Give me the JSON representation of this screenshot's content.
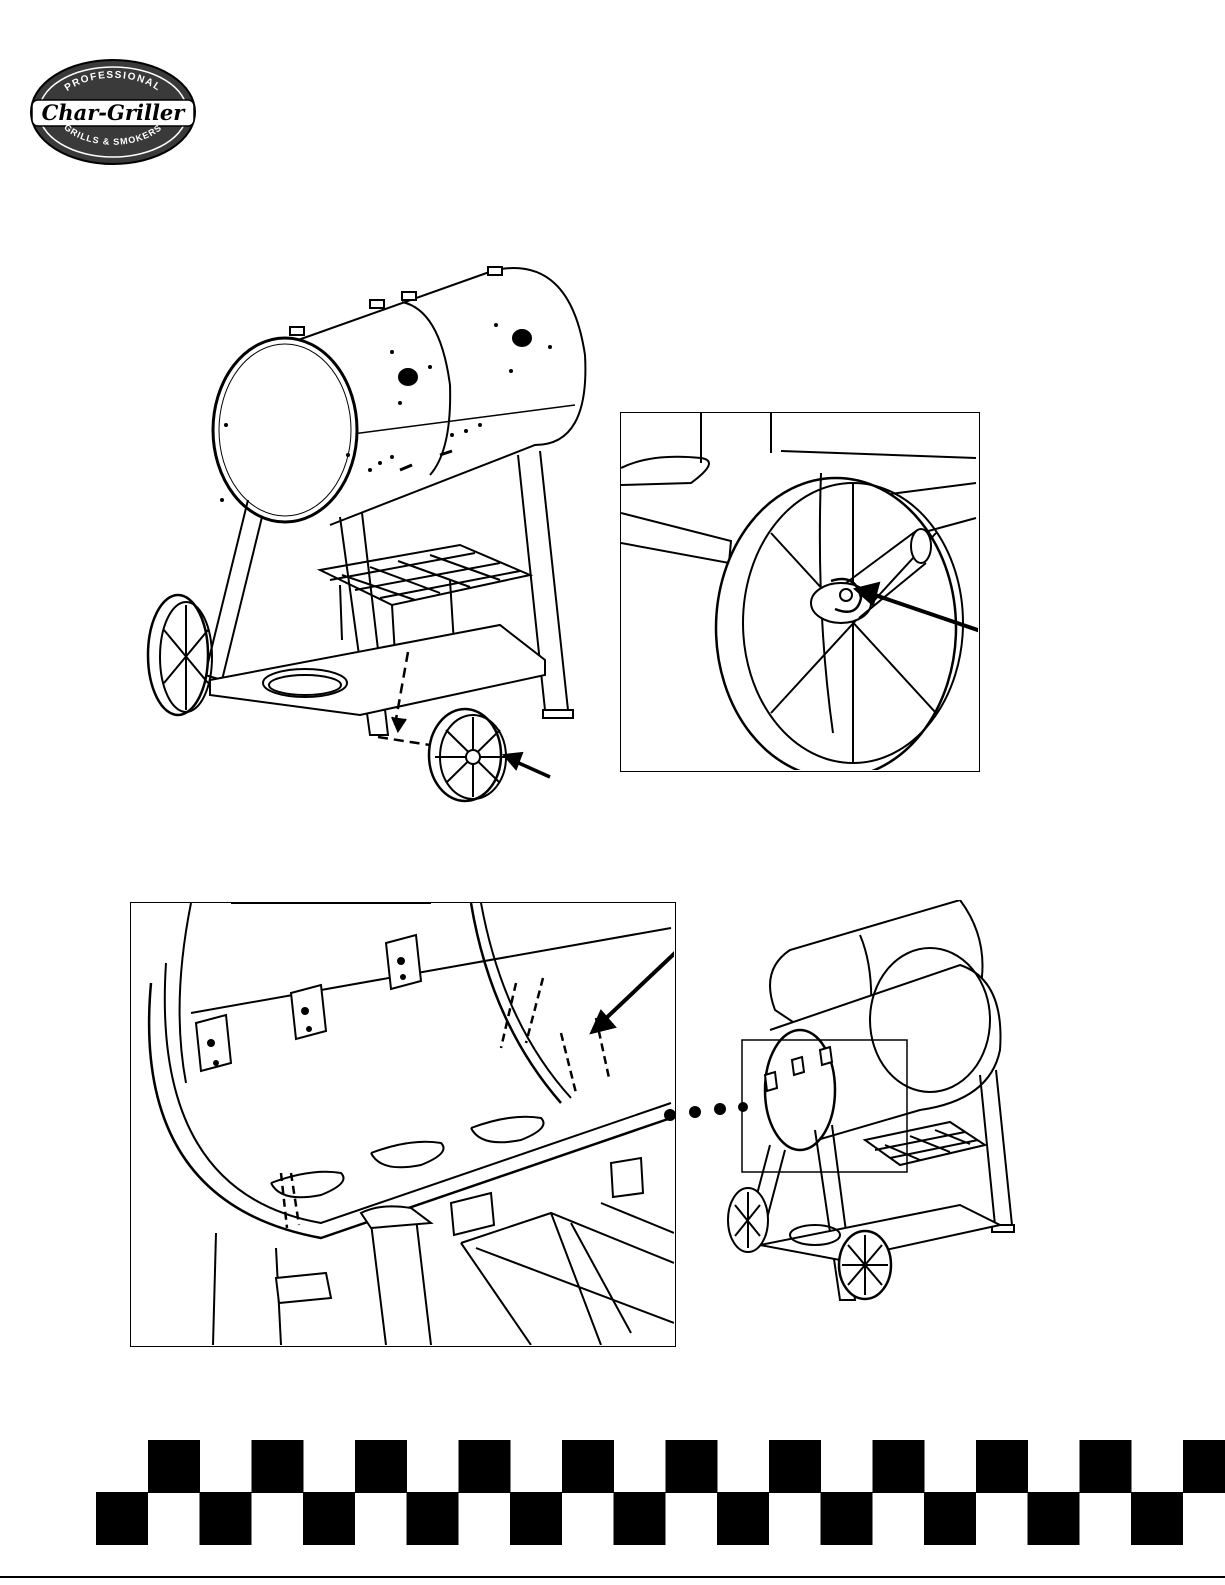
{
  "logo": {
    "top_text": "PROFESSIONAL",
    "brand": "Char-Griller",
    "bottom_text": "GRILLS & SMOKERS"
  },
  "colors": {
    "ink": "#000000",
    "paper": "#ffffff",
    "logo_fill": "#3a3a3a"
  },
  "figures": [
    {
      "name": "grill-wheel-installation",
      "icon": "grill-assembly-drawing"
    },
    {
      "name": "wheel-axle-detail",
      "icon": "wheel-cotter-pin-drawing"
    },
    {
      "name": "firebox-bracket-detail",
      "icon": "bracket-screws-drawing"
    },
    {
      "name": "grill-lid-open-overview",
      "icon": "grill-open-drawing"
    }
  ],
  "footer": {
    "pattern": "checkerboard"
  }
}
